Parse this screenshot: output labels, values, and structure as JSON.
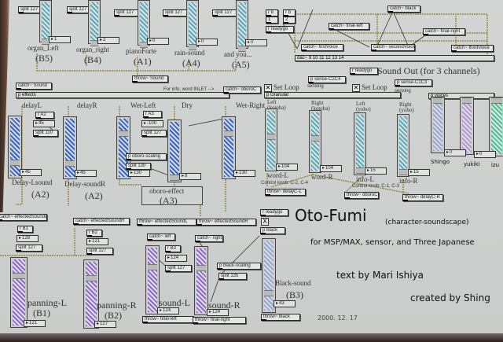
{
  "top_sliders": [
    {
      "label": "organ_Left",
      "group": "(B5)",
      "value": "1",
      "split": "split 127"
    },
    {
      "label": "organ_right",
      "group": "(B4)",
      "value": "2",
      "split": "split 127"
    },
    {
      "label": "pianoForte",
      "group": "(A1)",
      "value": "0",
      "split": "split 127"
    },
    {
      "label": "rain-sound",
      "group": "(A4)",
      "value": "0",
      "split": "split 127"
    },
    {
      "label": "and you...",
      "group": "(A5)",
      "value": "0",
      "split": "split 127"
    }
  ],
  "throw_sound": "throw~ Sound",
  "catch_sound": "catch~ Sound",
  "p_effects": "p effects",
  "info_comment": "For info, word INLET -->",
  "catch_oboroc": "catch~ oboroC",
  "effects": {
    "outlets": [
      "delayL",
      "delayR",
      "Wet-Left",
      "Dry",
      "Wet-Right"
    ],
    "values": [
      "45",
      "45",
      "130",
      "8",
      "130"
    ],
    "r_a2": "r A2",
    "a2_num": "45",
    "split110": "split 110",
    "r_a3": "r A3",
    "a3_num": "-100",
    "split127": "split 127",
    "oboro_scaling": "p oboro-scaling",
    "split130": "split 130",
    "delay_l": "Delay-Lsound",
    "delay_r": "Delay-soundR",
    "a2": "(A2)",
    "oboro_effect": "oboro-effect",
    "a3": "(A3)"
  },
  "sound_out": {
    "top_boxes": [
      "r b",
      "1",
      "r b",
      "2"
    ],
    "r_readygo": "r readygo",
    "catch_black": "catch~ black",
    "catch_final_left": "catch~ final-left",
    "catch_final_right": "catch~ final-right",
    "catch_first": "catch~ firstVoice",
    "catch_second": "catch~ secondVoice",
    "catch_third": "catch~ thirdVoice",
    "dac": "dac~ 9 10 11 12 13 14",
    "r_readygo2": "r readygo",
    "title": "Sound Out (for 3 channels)"
  },
  "granular": {
    "set_loop": "Set Loop",
    "sense_c2c4": "p sense-C2C4",
    "sense_c1c3": "p sense-C1C3",
    "sensing": "sensing",
    "p_granular": "p Granular",
    "outlets": [
      "Left\n(kotoba)",
      "Right\n(kotoba)",
      "Left\n(yoho)",
      "Right\n(yoho)"
    ],
    "values": [
      "104",
      "104",
      "15",
      "15"
    ],
    "labels": [
      "word-L",
      "word-R",
      "info-L",
      "info-R"
    ],
    "control_a": "Control knob: C-2, C-4",
    "control_b": "Control knob: C-1, C-3",
    "throw_dl": "throw~ delayC-L",
    "throw_oboro": "throw~ oboroC",
    "throw_dr": "throw~ delayC-R"
  },
  "voices": {
    "p_voices": "p voices",
    "names": [
      "Shingo",
      "yukiki",
      "izu"
    ],
    "values": [
      "0",
      "0"
    ]
  },
  "bottom": {
    "catch_esl": "catch~ effectedSoundL",
    "catch_esr": "catch~ effectedSoundR",
    "throw_esl": "throw~ effectedSoundL",
    "throw_esr": "throw~ effectedSoundR",
    "r_b1": "r B1",
    "b1_num": "128",
    "b1_split": "split 127",
    "r_b2": "r B2",
    "b2_num": "121",
    "b2_split": "split 127",
    "panning_l": "panning-L",
    "b1": "(B1)",
    "pl_val": "121",
    "panning_r": "panning-R",
    "b2": "(B2)",
    "pr_val": "127",
    "catch_left": "catch~ left",
    "catch_right": "catch~ right",
    "r_b3": "r B3",
    "b3_num": "124",
    "b3_split": "split 127",
    "sound_l": "sound-L",
    "sl_val": "124",
    "sound_r": "sound-R",
    "sr_val": "124",
    "throw_fl": "throw~ final-left",
    "throw_fr": "throw~ final-right",
    "black_scaling": "p black-scaling",
    "split135": "split 135",
    "r_readygo": "r readygo",
    "toggle": "X",
    "p_black": "p black",
    "black_sound": "Black-sound",
    "b3": "(B3)",
    "black_val": "43",
    "throw_black": "throw~ black"
  },
  "title": {
    "name": "Oto-Fumi",
    "sub": "(character-soundscape)",
    "for_line": "for MSP/MAX, sensor, and Three Japanese",
    "text_by": "text by Mari Ishiya",
    "created_by": "created by Shing",
    "date": "2000. 12. 17"
  }
}
